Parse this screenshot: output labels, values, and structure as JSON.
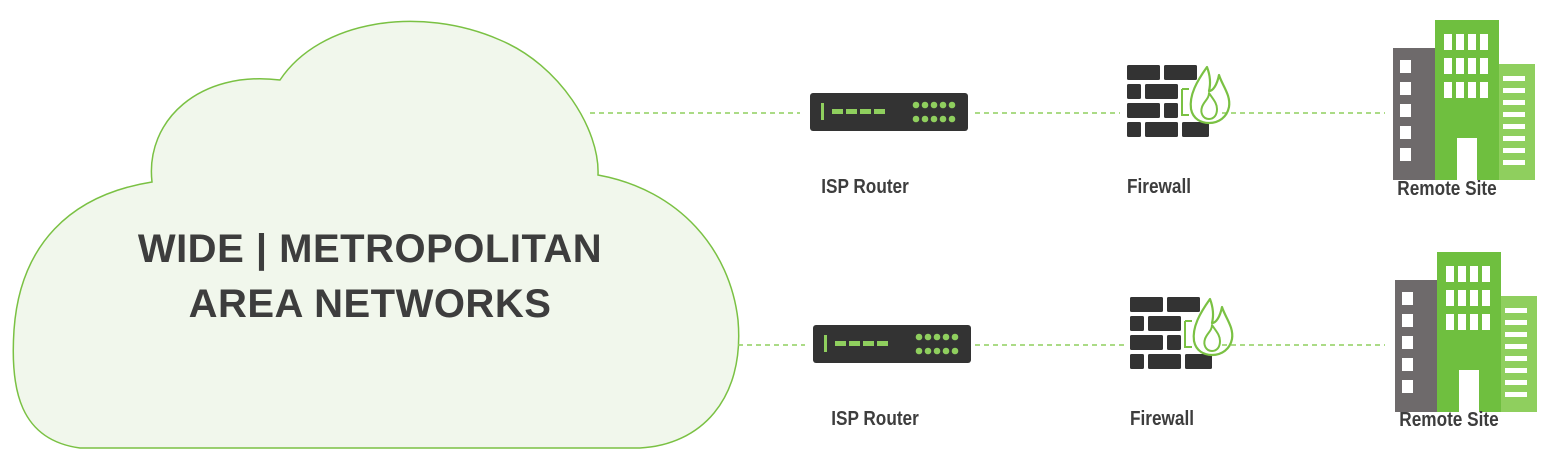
{
  "cloud": {
    "title_line1": "WIDE | METROPOLITAN",
    "title_line2": "AREA NETWORKS"
  },
  "rows": [
    {
      "router_label": "ISP Router",
      "firewall_label": "Firewall",
      "site_label": "Remote Site"
    },
    {
      "router_label": "ISP Router",
      "firewall_label": "Firewall",
      "site_label": "Remote Site"
    }
  ],
  "colors": {
    "accent_green": "#7ac143",
    "light_green": "#8fcf5e",
    "cloud_fill": "#f1f7ec",
    "device_dark": "#333333",
    "building_gray": "#6e6a6b"
  },
  "icons": [
    "cloud-icon",
    "router-icon",
    "firewall-icon",
    "building-icon"
  ]
}
